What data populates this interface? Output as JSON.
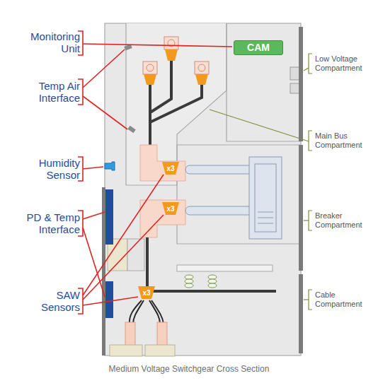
{
  "diagram": {
    "caption": "Medium Voltage Switchgear Cross Section",
    "nodes": [
      {
        "text": [
          "CAM"
        ]
      },
      {
        "text": [
          "x3"
        ]
      },
      {
        "text": [
          "x3"
        ]
      },
      {
        "text": [
          "x3"
        ]
      }
    ],
    "labels": [
      "Monitoring Unit",
      "Temp Air Interface",
      "Humidity Sensor",
      "PD & Temp Interface",
      "SAW Sensors",
      "Low Voltage Compartment",
      "Main Bus Compartment",
      "Breaker Compartment",
      "Cable Compartment"
    ]
  }
}
